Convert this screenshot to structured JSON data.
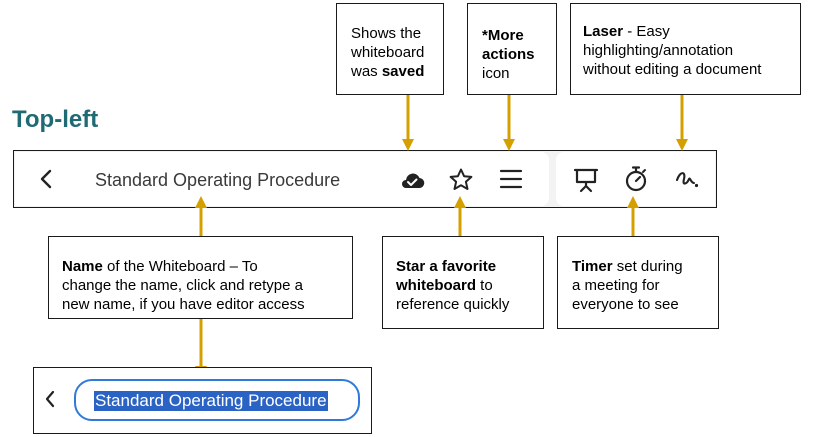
{
  "heading": "Top-left",
  "toolbar": {
    "title": "Standard Operating Procedure",
    "icons": [
      "back-chevron-icon",
      "cloud-saved-icon",
      "star-icon",
      "menu-icon",
      "presenter-icon",
      "timer-icon",
      "laser-icon"
    ]
  },
  "callouts": {
    "saved": {
      "l1": "Shows the",
      "l2": "whiteboard",
      "l3": "was ",
      "l3b": "saved"
    },
    "more": {
      "l1b": "*More",
      "l2b": "actions",
      "l3": "icon"
    },
    "laser": {
      "l1b": "Laser",
      "l1": " - Easy",
      "l2": "highlighting/annotation",
      "l3": "without editing a document"
    },
    "name": {
      "l1b": "Name",
      "l1": " of the Whiteboard – To",
      "l2": "change the name, click and retype a",
      "l3": "new name, if you have editor access"
    },
    "star": {
      "l1b": "Star a favorite",
      "l2b": "whiteboard",
      "l2": " to",
      "l3": "reference quickly"
    },
    "timer": {
      "l1b": "Timer",
      "l1": " set during",
      "l2": "a meeting for",
      "l3": "everyone to see"
    }
  },
  "rename": {
    "value": "Standard Operating Procedure"
  },
  "colors": {
    "arrow": "#d4a000",
    "heading": "#1f6b73",
    "selection": "#2b63c4",
    "focus": "#2f7ad9"
  }
}
